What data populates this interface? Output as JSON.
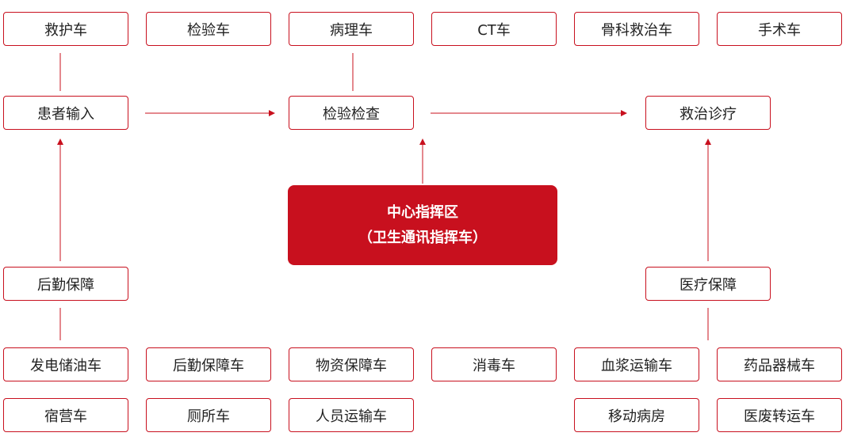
{
  "colors": {
    "accent": "#c8101e",
    "text": "#222222",
    "background": "#ffffff"
  },
  "top_row": {
    "ambulance": "救护车",
    "lab_vehicle": "检验车",
    "pathology_vehicle": "病理车",
    "ct_vehicle": "CT车",
    "orthopedic_vehicle": "骨科救治车",
    "surgery_vehicle": "手术车"
  },
  "flow": {
    "patient_input": "患者输入",
    "inspection": "检验检查",
    "treatment": "救治诊疗",
    "logistics": "后勤保障",
    "medical_support": "医疗保障"
  },
  "center": {
    "line1": "中心指挥区",
    "line2": "（卫生通讯指挥车）"
  },
  "bottom_row_1": {
    "generator_fuel": "发电储油车",
    "logistics_vehicle": "后勤保障车",
    "supplies_vehicle": "物资保障车",
    "disinfection_vehicle": "消毒车",
    "plasma_transport": "血浆运输车",
    "medicine_equipment": "药品器械车"
  },
  "bottom_row_2": {
    "dormitory_vehicle": "宿营车",
    "toilet_vehicle": "厕所车",
    "personnel_transport": "人员运输车",
    "mobile_ward": "移动病房",
    "medical_waste": "医废转运车"
  }
}
